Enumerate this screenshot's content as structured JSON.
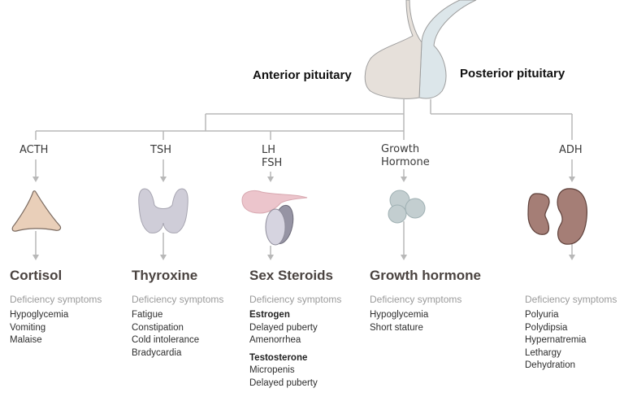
{
  "glands": {
    "anterior": "Anterior pituitary",
    "posterior": "Posterior pituitary"
  },
  "hormones": {
    "acth": "ACTH",
    "tsh": "TSH",
    "lh": "LH",
    "fsh": "FSH",
    "gh_line1": "Growth",
    "gh_line2": "Hormone",
    "adh": "ADH"
  },
  "columns": {
    "cortisol": {
      "title": "Cortisol",
      "deficiency": "Deficiency symptoms",
      "symptoms": [
        "Hypoglycemia",
        "Vomiting",
        "Malaise"
      ]
    },
    "thyroxine": {
      "title": "Thyroxine",
      "deficiency": "Deficiency symptoms",
      "symptoms": [
        "Fatigue",
        "Constipation",
        "Cold intolerance",
        "Bradycardia"
      ]
    },
    "sex_steroids": {
      "title": "Sex Steroids",
      "deficiency": "Deficiency symptoms",
      "estrogen": {
        "label": "Estrogen",
        "symptoms": [
          "Delayed puberty",
          "Amenorrhea"
        ]
      },
      "testosterone": {
        "label": "Testosterone",
        "symptoms": [
          "Micropenis",
          "Delayed puberty"
        ]
      }
    },
    "growth_hormone": {
      "title": "Growth hormone",
      "deficiency": "Deficiency symptoms",
      "symptoms": [
        "Hypoglycemia",
        "Short stature"
      ]
    },
    "adh": {
      "title": "",
      "deficiency": "Deficiency symptoms",
      "symptoms": [
        "Polyuria",
        "Polydipsia",
        "Hypernatremia",
        "Lethargy",
        "Dehydration"
      ]
    }
  },
  "colors": {
    "connector": "#b8b8b8",
    "anterior_fill": "#e6e0da",
    "posterior_fill": "#dce6ea",
    "adrenal_fill": "#e9cfb9",
    "thyroid_fill": "#cfcdd8",
    "kidney_fill": "#a57e76",
    "title_text": "#4a4340",
    "muted_text": "#9a9a9a"
  },
  "icons": [
    "pituitary-gland-icon",
    "adrenal-gland-icon",
    "thyroid-gland-icon",
    "gonads-icon",
    "cells-icon",
    "kidneys-icon"
  ]
}
